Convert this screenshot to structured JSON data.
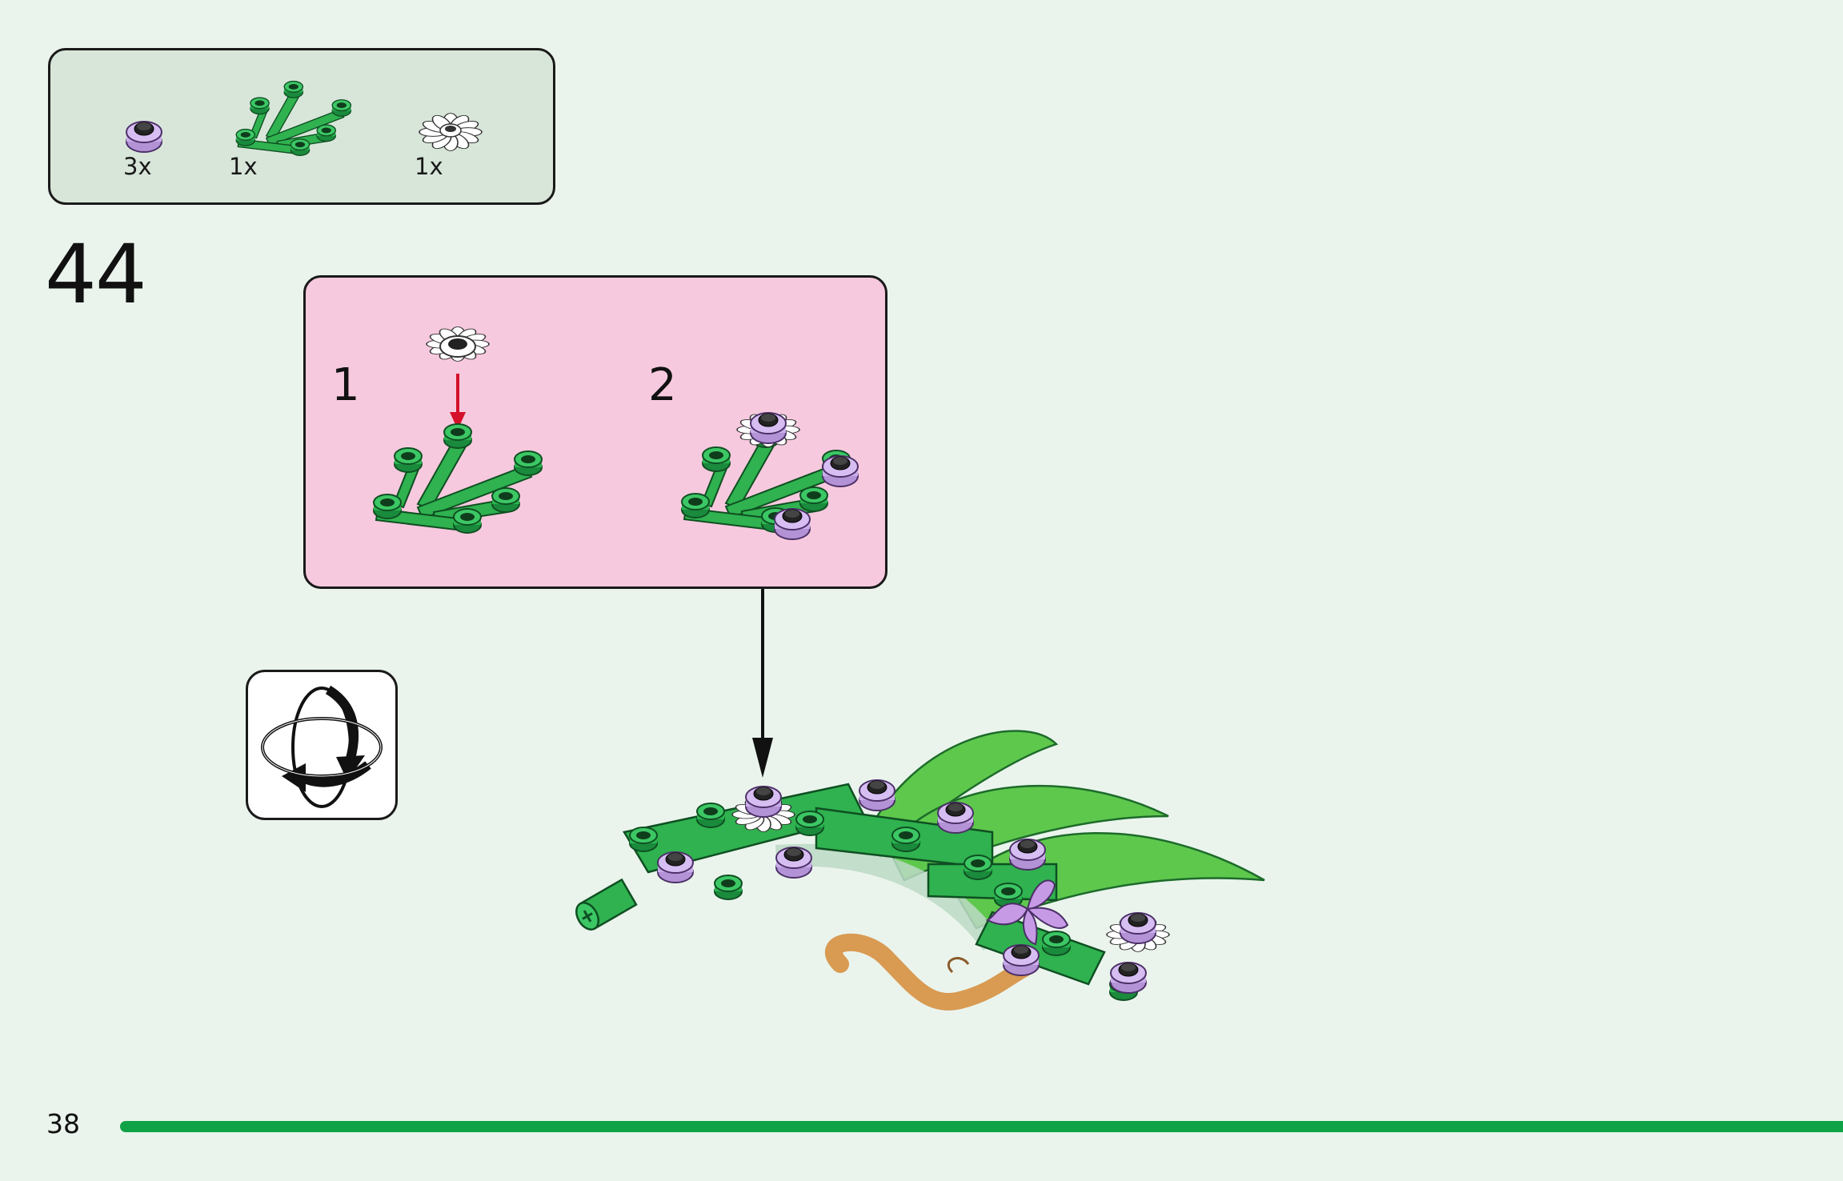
{
  "page": {
    "step_number": "44",
    "page_number": "38"
  },
  "parts_list": [
    {
      "quantity": "3x",
      "part_icon": "lavender-round-plate-icon"
    },
    {
      "quantity": "1x",
      "part_icon": "green-branch-plate-icon"
    },
    {
      "quantity": "1x",
      "part_icon": "white-flower-plate-icon"
    }
  ],
  "substeps": [
    {
      "number": "1"
    },
    {
      "number": "2"
    }
  ],
  "icons": {
    "rotate": "rotate-model-icon",
    "arrow_down": "arrow-down-icon"
  },
  "colors": {
    "background": "#eaf4ec",
    "parts_box": "#d8e6da",
    "substep_box": "#f7c9de",
    "progress_bar": "#0fa247",
    "attach_arrow": "#d5102a"
  }
}
